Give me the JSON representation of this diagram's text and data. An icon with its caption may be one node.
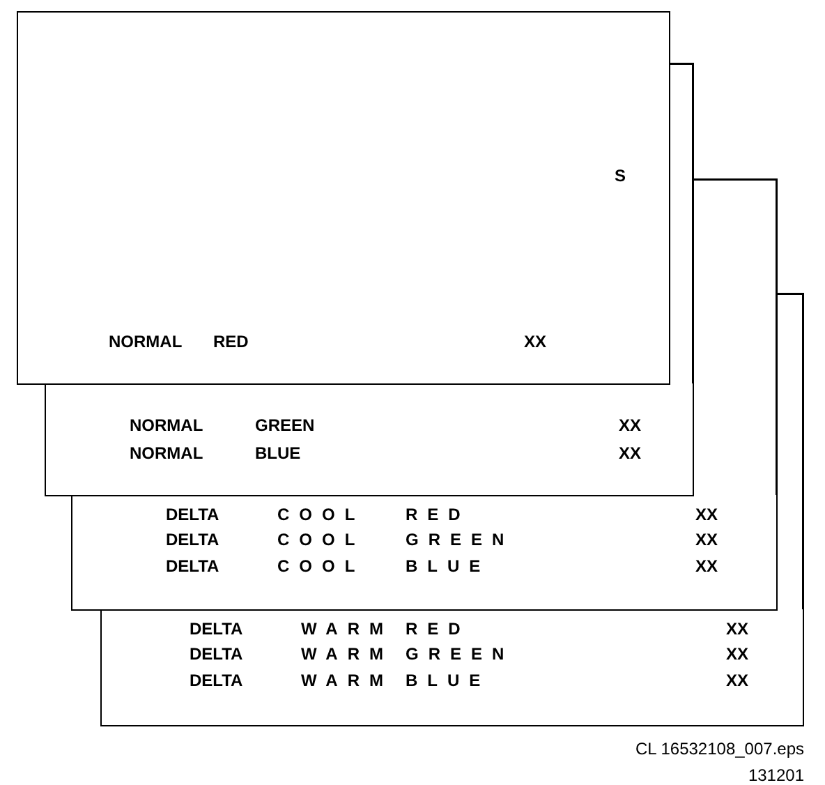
{
  "diagram": {
    "nodes": [
      {
        "text": [
          "S",
          "NORMAL",
          "RED",
          "XX"
        ]
      },
      {
        "text": [
          "NORMAL",
          "GREEN",
          "XX",
          "NORMAL",
          "BLUE",
          "XX"
        ]
      },
      {
        "text": [
          "DELTA",
          "COOL",
          "RED",
          "XX",
          "DELTA",
          "COOL",
          "GREEN",
          "XX",
          "DELTA",
          "COOL",
          "BLUE",
          "XX"
        ]
      },
      {
        "text": [
          "DELTA",
          "WARM",
          "RED",
          "XX",
          "DELTA",
          "WARM",
          "GREEN",
          "XX",
          "DELTA",
          "WARM",
          "BLUE",
          "XX"
        ]
      }
    ],
    "labels": [
      "CL 16532108_007.eps",
      "131201"
    ]
  }
}
